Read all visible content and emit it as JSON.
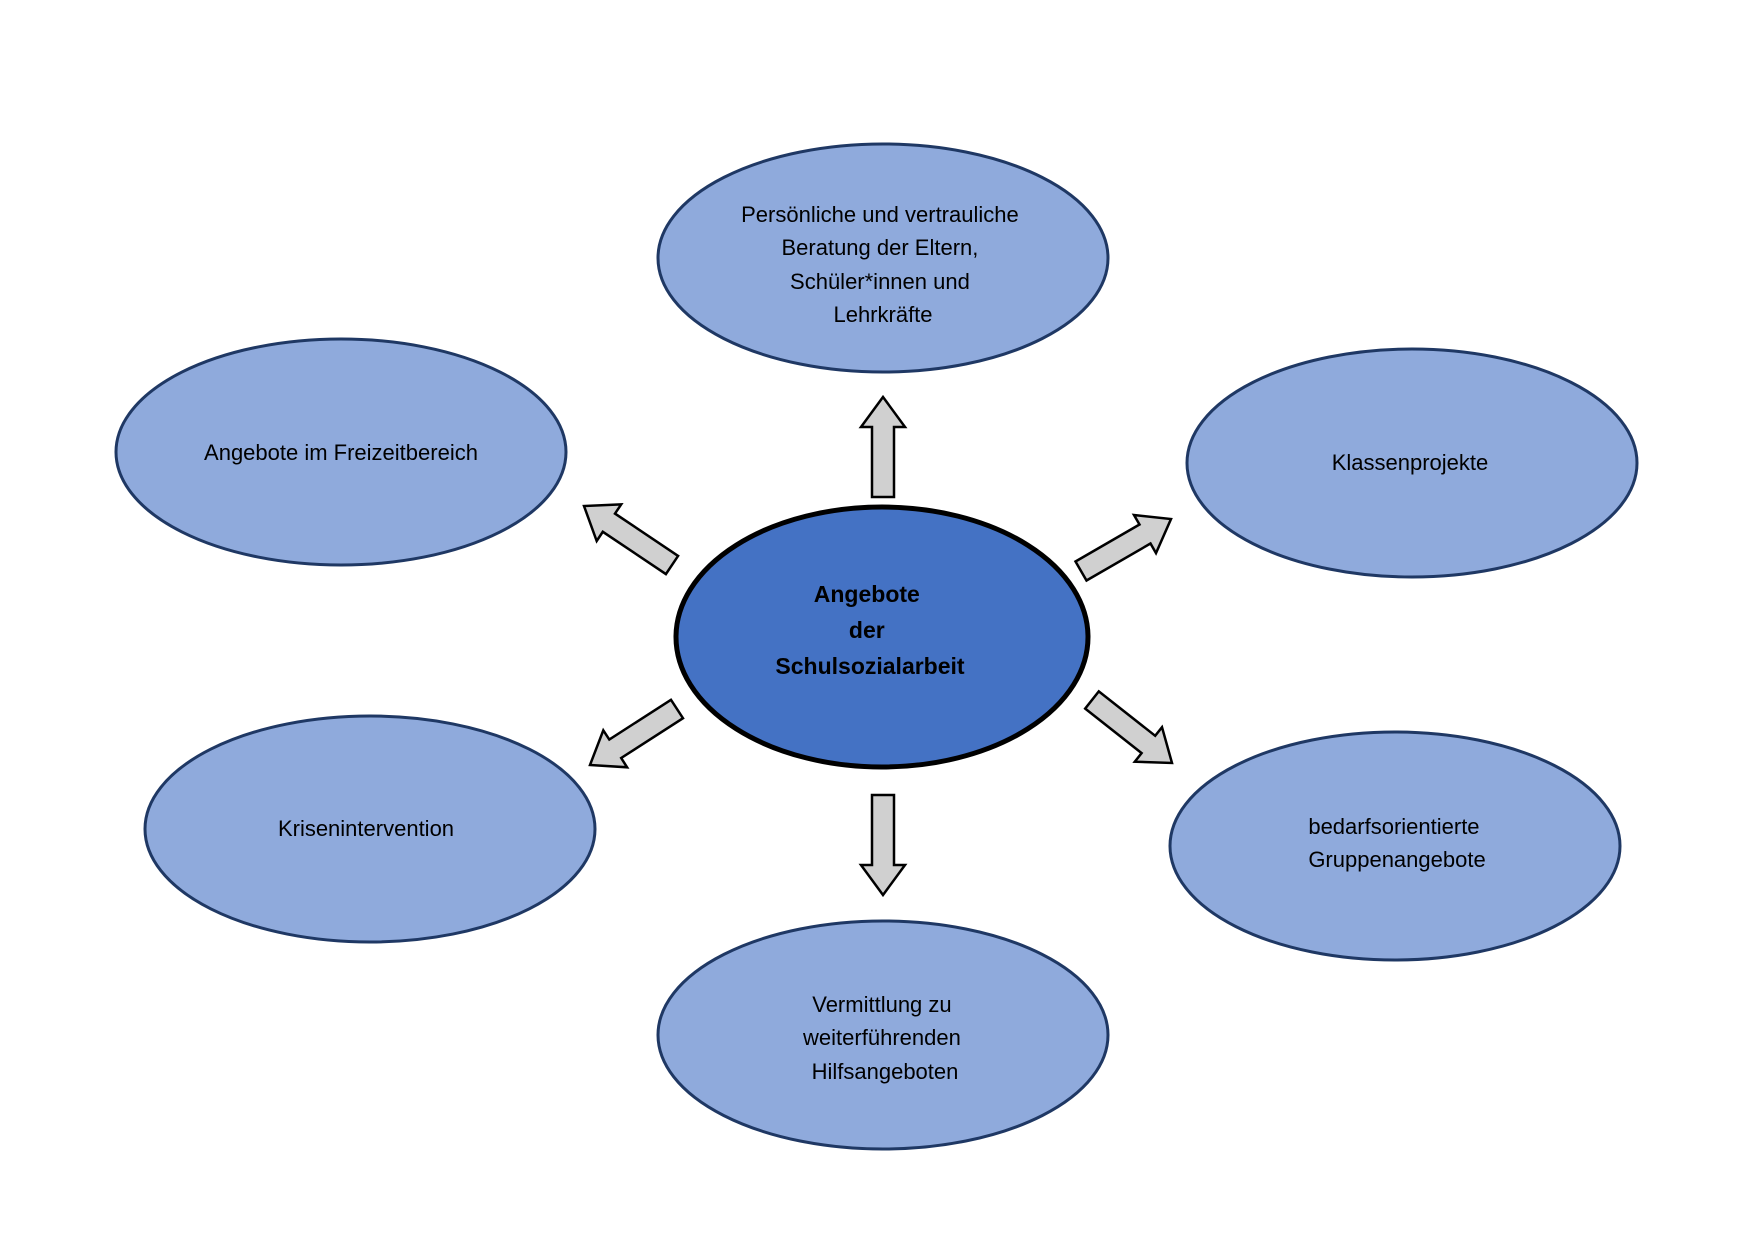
{
  "diagram": {
    "center": {
      "lines": [
        "Angebote",
        "der",
        "Schulsozialarbeit"
      ]
    },
    "nodes": {
      "beratung": {
        "lines": [
          "Persönliche und vertrauliche",
          "Beratung der Eltern,",
          "Schüler*innen und",
          "Lehrkräfte"
        ]
      },
      "freizeit": {
        "lines": [
          "Angebote im Freizeitbereich"
        ]
      },
      "klassenprojekte": {
        "lines": [
          "Klassenprojekte"
        ]
      },
      "krisenintervention": {
        "lines": [
          "Krisenintervention"
        ]
      },
      "gruppenangebote": {
        "lines": [
          "bedarfsorientierte",
          "Gruppenangebote"
        ]
      },
      "vermittlung": {
        "lines": [
          "Vermittlung zu",
          "weiterführenden",
          "Hilfsangeboten"
        ]
      }
    },
    "colors": {
      "center_fill": "#4472C4",
      "node_fill": "#8FAADC",
      "outline": "#1F3864",
      "center_outline": "#000000",
      "arrow_fill": "#D0D0D0",
      "arrow_stroke": "#000000"
    }
  }
}
